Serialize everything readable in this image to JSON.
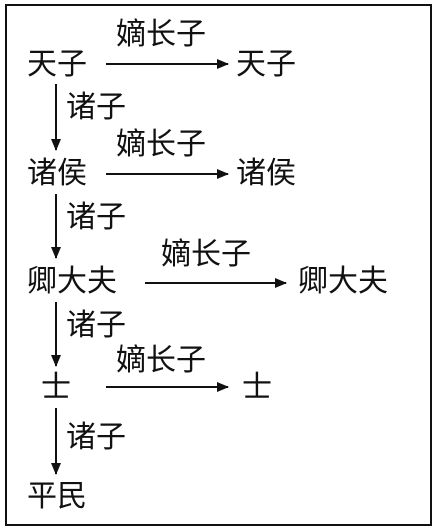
{
  "nodes": {
    "tianzi": "天子",
    "tianzi_heir": "天子",
    "zhuhou": "诸侯",
    "zhuhou_heir": "诸侯",
    "qingdafu": "卿大夫",
    "qingdafu_heir": "卿大夫",
    "shi": "士",
    "shi_heir": "士",
    "pingmin": "平民"
  },
  "edge_labels": {
    "eldest_son": "嫡长子",
    "other_sons": "诸子"
  },
  "colors": {
    "ink": "#111111",
    "background": "#ffffff"
  }
}
